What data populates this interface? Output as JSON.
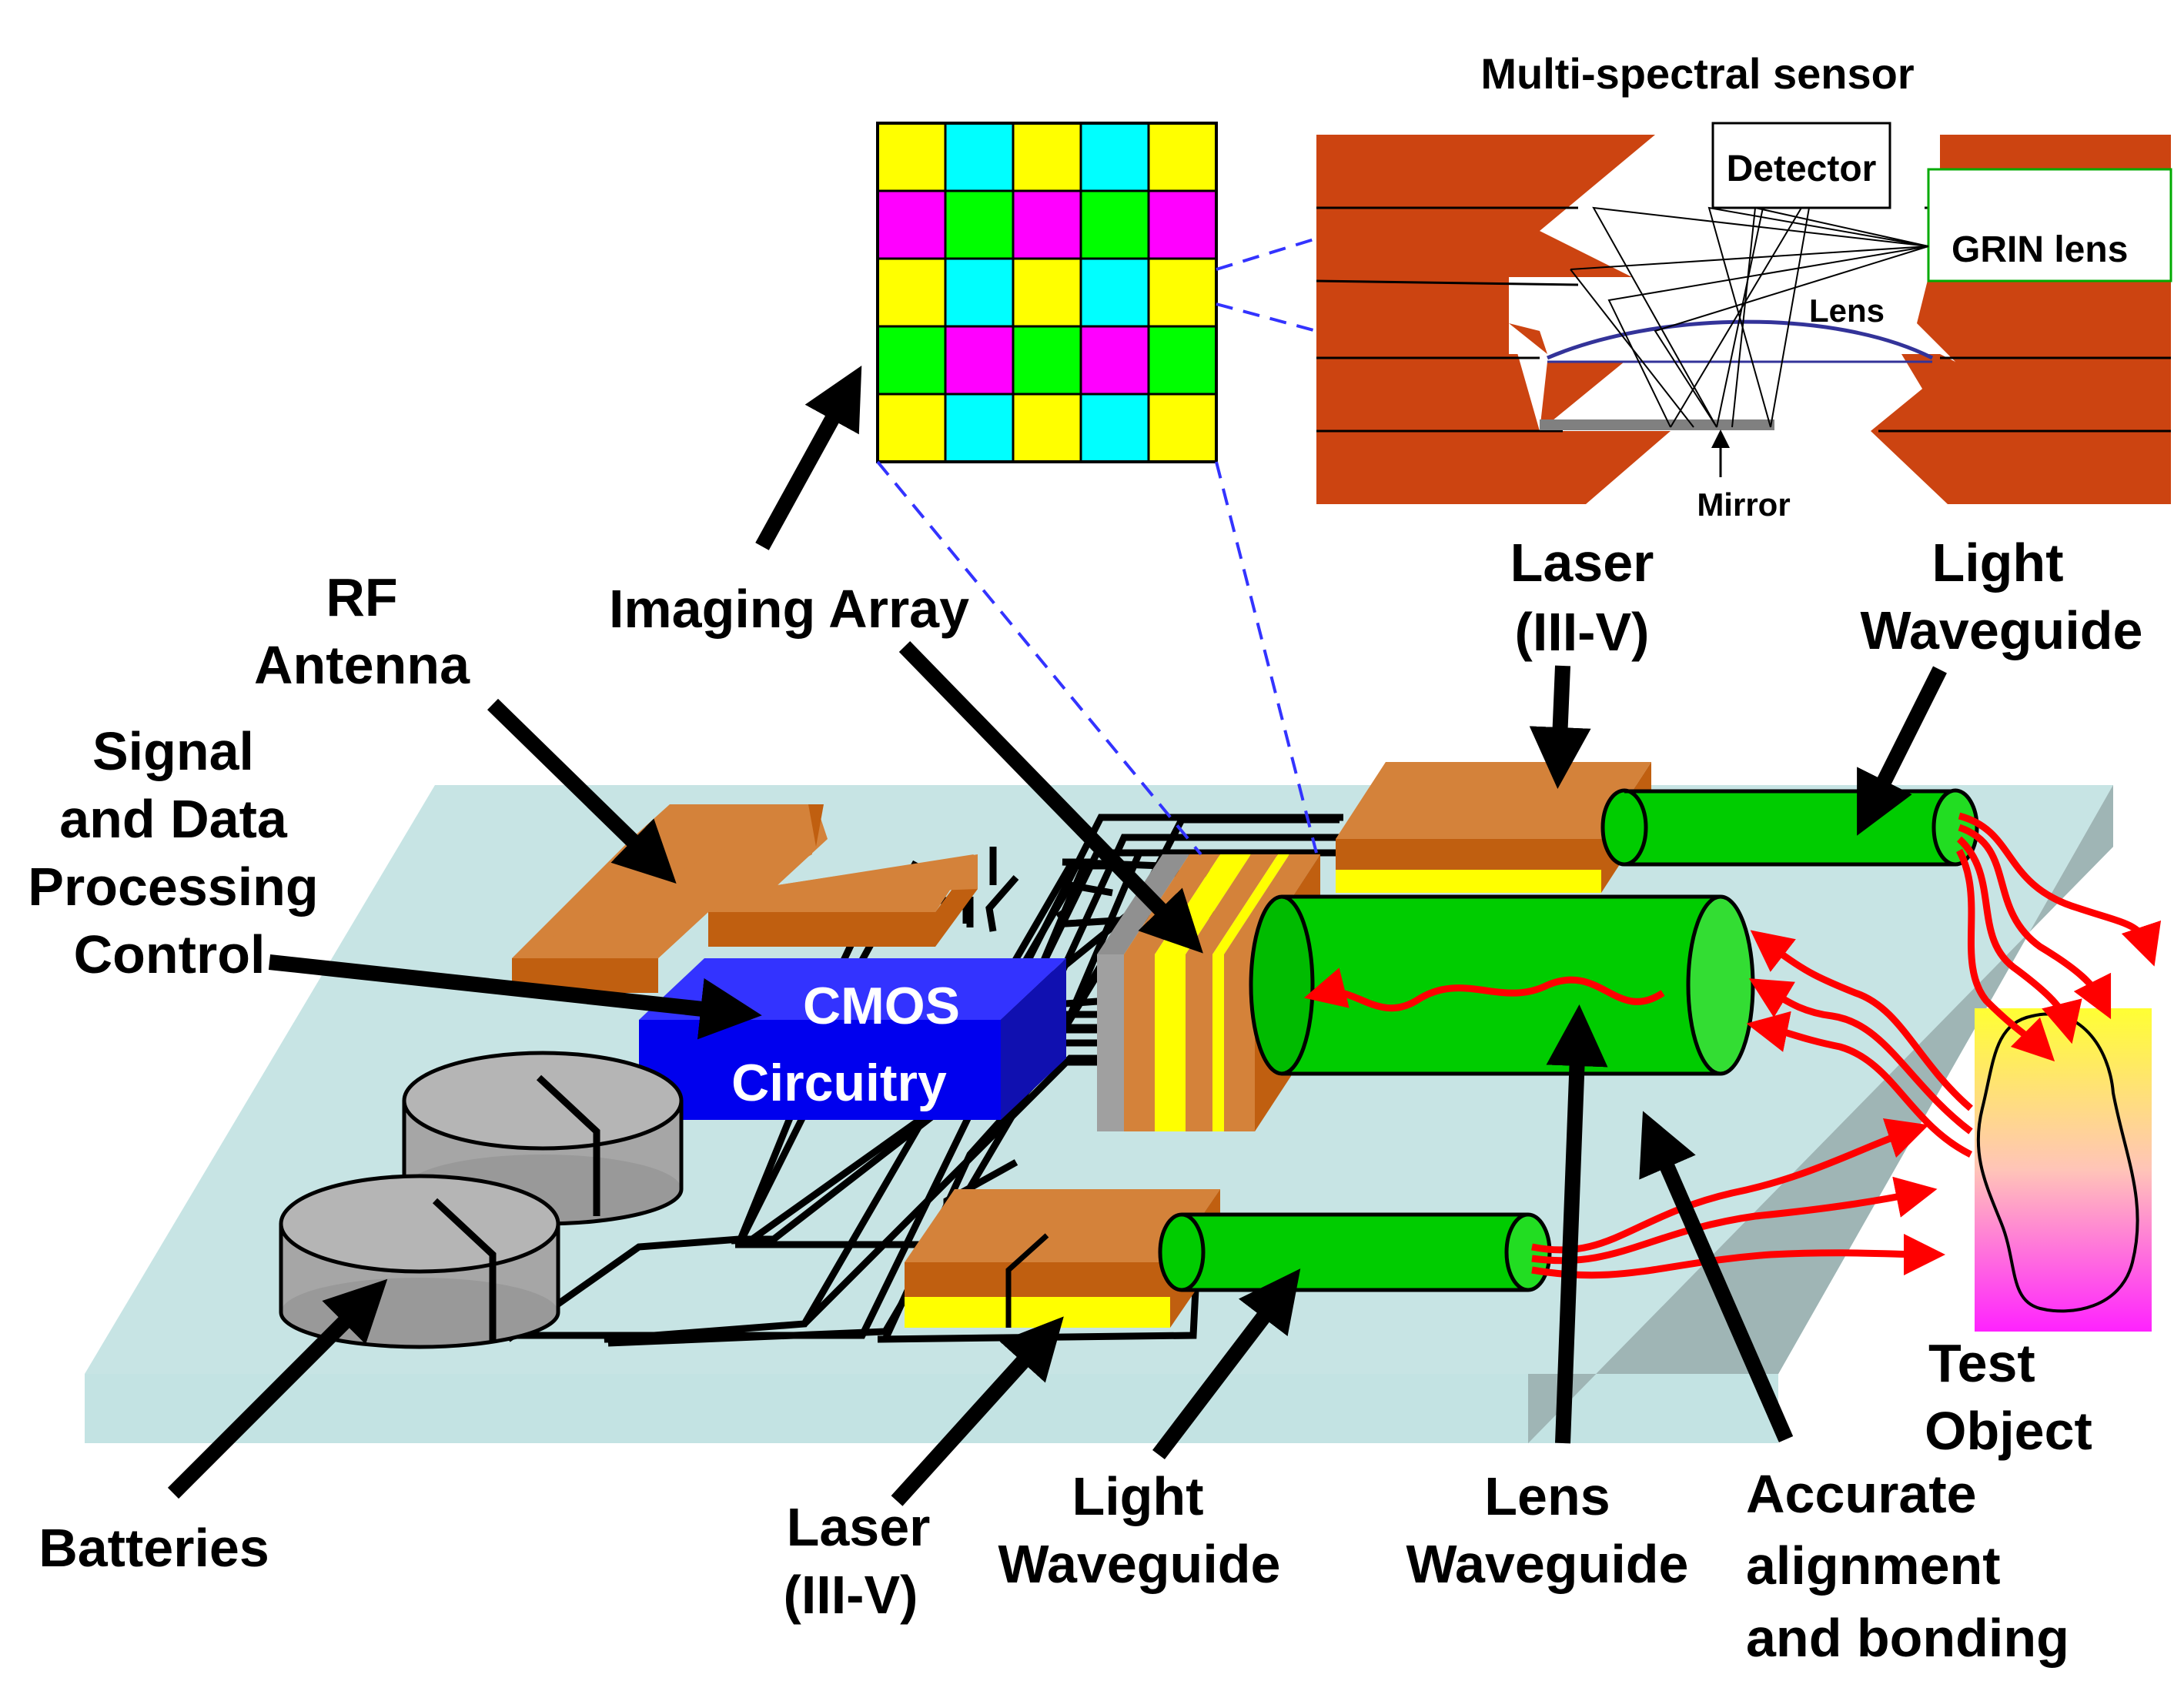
{
  "title": "Multi-spectral sensor",
  "sensor_labels": {
    "detector": "Detector",
    "grin_lens": "GRIN lens",
    "lens": "Lens",
    "mirror": "Mirror"
  },
  "labels": {
    "imaging_array": "Imaging Array",
    "rf_antenna": [
      "RF",
      "Antenna"
    ],
    "signal_processing": [
      "Signal",
      "and Data",
      "Processing",
      "Control"
    ],
    "laser_top": [
      "Laser",
      "(III-V)"
    ],
    "light_waveguide_top": [
      "Light",
      "Waveguide"
    ],
    "cmos": [
      "CMOS",
      "Circuitry"
    ],
    "test_object": [
      "Test",
      "Object"
    ],
    "batteries": "Batteries",
    "laser_bottom": [
      "Laser",
      "(III-V)"
    ],
    "light_waveguide_bottom": [
      "Light",
      "Waveguide"
    ],
    "lens_waveguide": [
      "Lens",
      "Waveguide"
    ],
    "alignment": [
      "Accurate",
      "alignment",
      "and bonding"
    ]
  },
  "colors": {
    "board_top": "#c7e4e4",
    "board_side": "#9fb5b5",
    "copper": "#d4823a",
    "copper_dark": "#c05f10",
    "yellow": "#ffff00",
    "green": "#00cc00",
    "cmos_blue": "#3333ff",
    "sensor_brown": "#cc4411",
    "arrow_red": "#ff0000",
    "battery_gray": "#a6a6a6"
  },
  "imaging_grid": [
    [
      "#ffff00",
      "#00ffff",
      "#ffff00",
      "#00ffff",
      "#ffff00"
    ],
    [
      "#ff00ff",
      "#00ff00",
      "#ff00ff",
      "#00ff00",
      "#ff00ff"
    ],
    [
      "#ffff00",
      "#00ffff",
      "#ffff00",
      "#00ffff",
      "#ffff00"
    ],
    [
      "#00ff00",
      "#ff00ff",
      "#00ff00",
      "#ff00ff",
      "#00ff00"
    ],
    [
      "#ffff00",
      "#00ffff",
      "#ffff00",
      "#00ffff",
      "#ffff00"
    ]
  ]
}
